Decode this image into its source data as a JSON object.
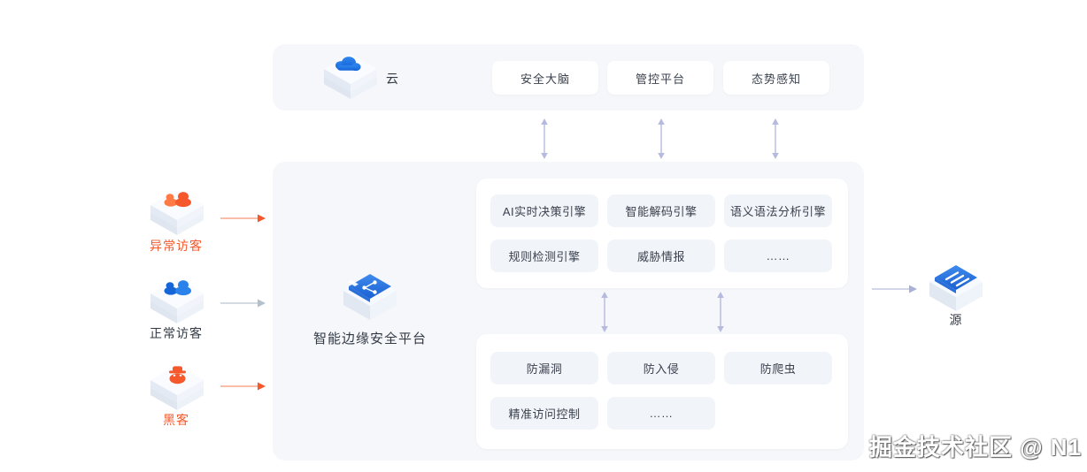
{
  "colors": {
    "zone_bg": "#f5f7fa",
    "card_bg": "#ffffff",
    "chip_bg": "#f1f4f9",
    "text_dark": "#333a45",
    "accent_orange": "#f4582b",
    "accent_blue": "#1f78e8",
    "arrow_gray": "#b9c3d2",
    "arrow_lavender": "#b7badf"
  },
  "icons": {
    "cloud": "cloud-box-icon",
    "platform": "edge-platform-box-icon",
    "source": "server-source-box-icon",
    "abnormal_visitor": "abnormal-visitor-icon",
    "normal_visitor": "normal-visitor-icon",
    "hacker": "hacker-icon",
    "up_down_arrow": "double-arrow-icon",
    "right_arrow": "arrow-right-icon"
  },
  "cloud_zone": {
    "label": "云",
    "chips": [
      "安全大脑",
      "管控平台",
      "态势感知"
    ]
  },
  "platform_zone": {
    "label": "智能边缘安全平台",
    "engines_card": {
      "chips": [
        "AI实时决策引擎",
        "智能解码引擎",
        "语义语法分析引擎",
        "规则检测引擎",
        "威胁情报",
        "……"
      ]
    },
    "protections_card": {
      "chips": [
        "防漏洞",
        "防入侵",
        "防爬虫",
        "精准访问控制",
        "……"
      ]
    }
  },
  "actors": [
    {
      "label": "异常访客",
      "color": "#f4582b"
    },
    {
      "label": "正常访客",
      "color": "#333a45"
    },
    {
      "label": "黑客",
      "color": "#f4582b"
    }
  ],
  "target": {
    "label": "源"
  },
  "watermark": {
    "text": "掘金技术社区 @ N1"
  }
}
